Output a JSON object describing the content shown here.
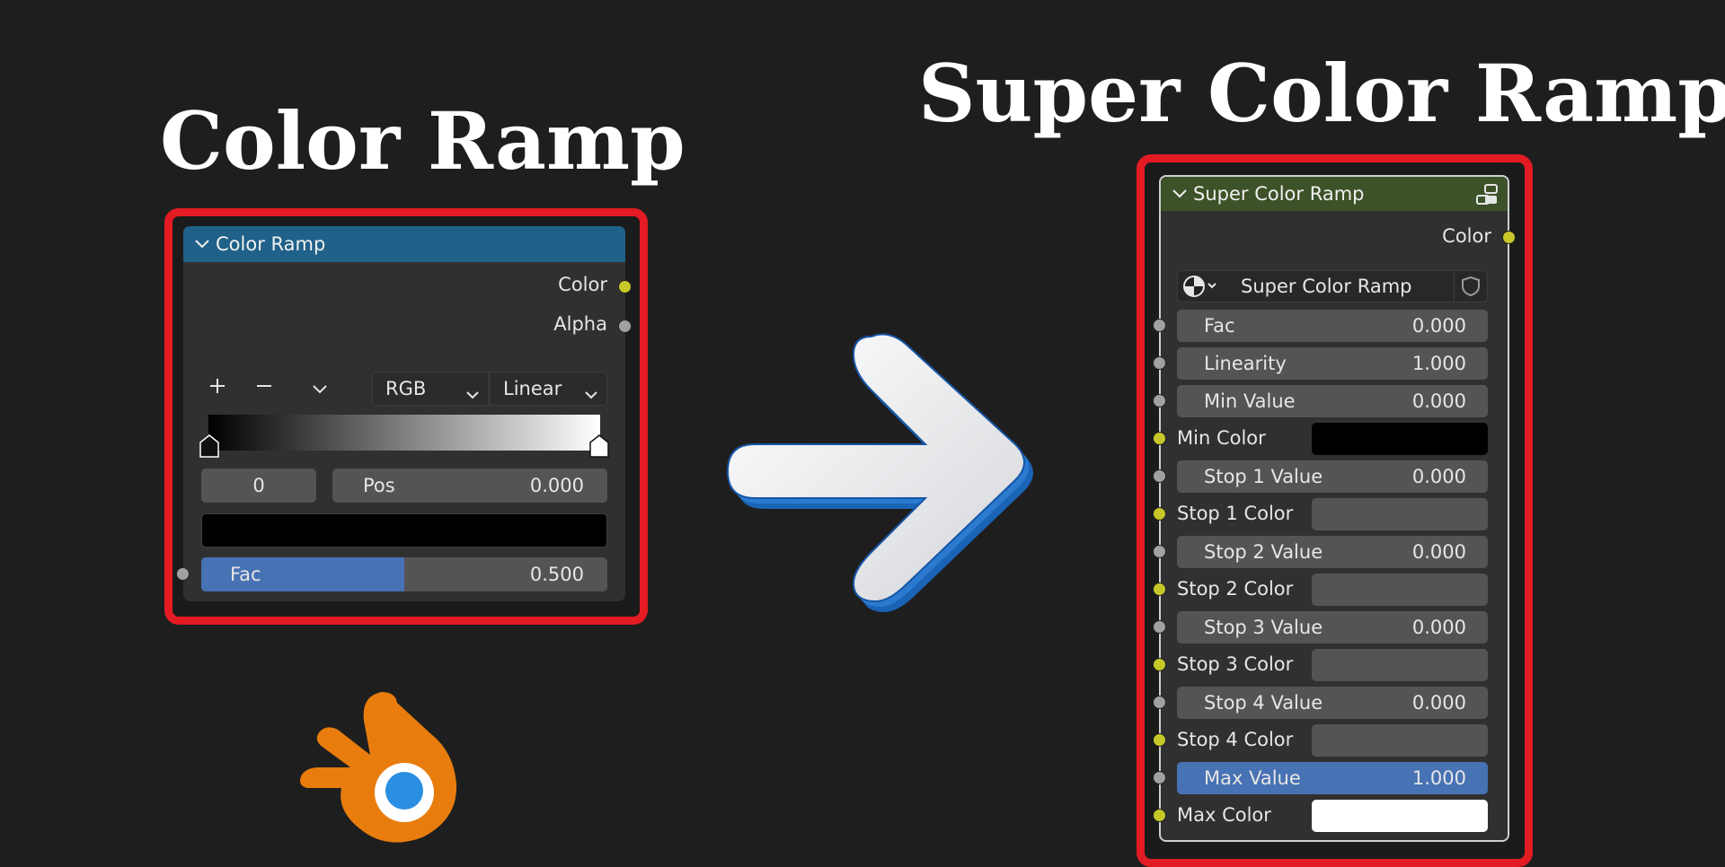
{
  "left": {
    "title": "Color Ramp",
    "node": {
      "header": "Color Ramp",
      "outputs": [
        "Color",
        "Alpha"
      ],
      "color_mode": "RGB",
      "interpolation": "Linear",
      "stop_index": "0",
      "pos_label": "Pos",
      "pos_value": "0.000",
      "fac_label": "Fac",
      "fac_value": "0.500",
      "fac_fraction": 0.5
    }
  },
  "right": {
    "title": "Super Color Ramp",
    "node": {
      "header": "Super Color Ramp",
      "output": "Color",
      "group_name": "Super Color Ramp",
      "rows": [
        {
          "label": "Fac",
          "value": "0.000"
        },
        {
          "label": "Linearity",
          "value": "1.000"
        },
        {
          "label": "Min Value",
          "value": "0.000"
        },
        {
          "label": "Min Color",
          "color": "#000000"
        },
        {
          "label": "Stop 1 Value",
          "value": "0.000"
        },
        {
          "label": "Stop 1 Color",
          "color": "#545454"
        },
        {
          "label": "Stop 2 Value",
          "value": "0.000"
        },
        {
          "label": "Stop 2 Color",
          "color": "#545454"
        },
        {
          "label": "Stop 3 Value",
          "value": "0.000"
        },
        {
          "label": "Stop 3 Color",
          "color": "#545454"
        },
        {
          "label": "Stop 4 Value",
          "value": "0.000"
        },
        {
          "label": "Stop 4 Color",
          "color": "#545454"
        },
        {
          "label": "Max Value",
          "value": "1.000",
          "highlight": true
        },
        {
          "label": "Max Color",
          "color": "#ffffff"
        }
      ]
    }
  },
  "colors": {
    "frame": "#e31b23",
    "header_left": "#1f6189",
    "header_right": "#3d5228",
    "socket_yellow": "#c7c729",
    "socket_gray": "#a1a1a1",
    "field": "#545454",
    "highlight": "#4772b3"
  },
  "icons": [
    "chevron-down-icon",
    "plus-icon",
    "minus-icon",
    "node-group-icon",
    "shield-icon",
    "world-icon",
    "arrow-right-icon",
    "blender-logo-icon"
  ]
}
